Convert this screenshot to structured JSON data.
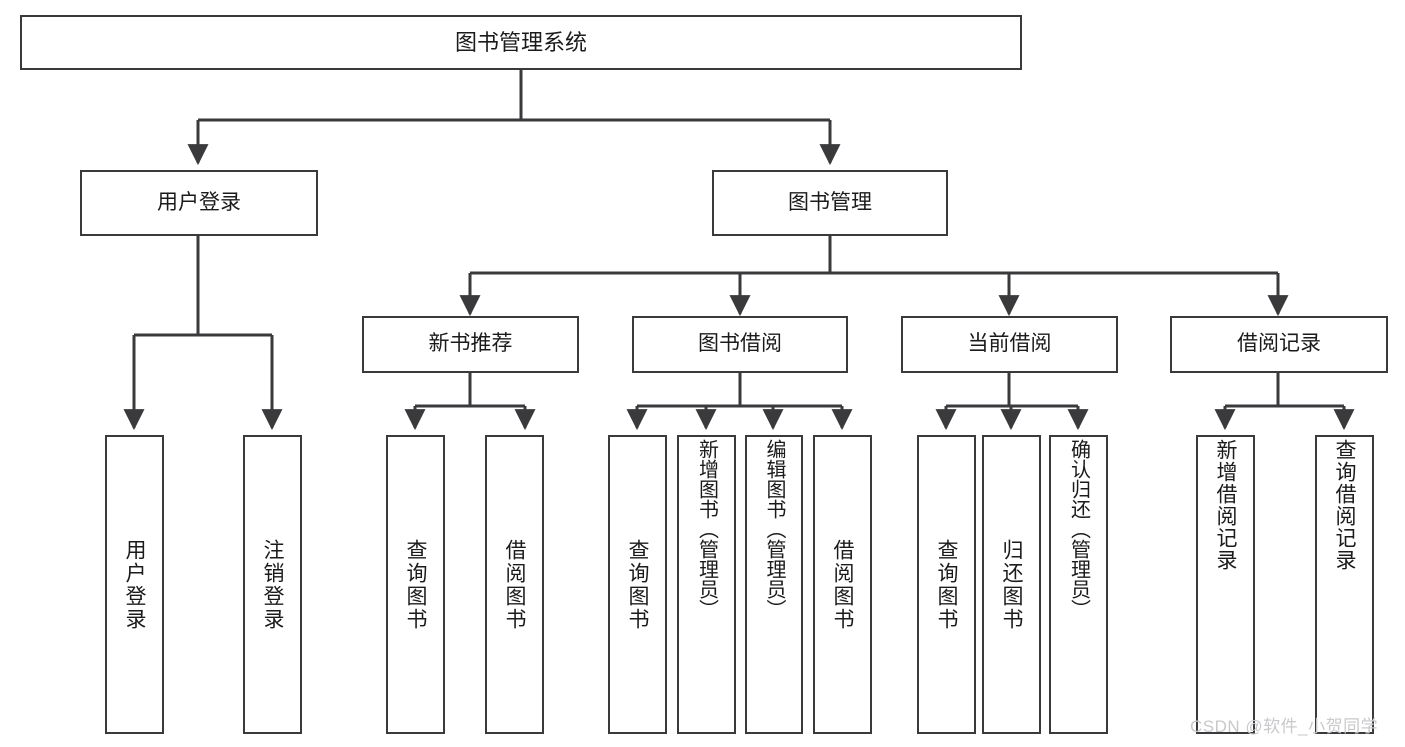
{
  "diagram": {
    "title": "图书管理系统",
    "type": "tree",
    "watermark": "CSDN @软件_小贺同学",
    "colors": {
      "line": "#3a3a3c",
      "box_fill": "#ffffff",
      "text": "#1b1b1b",
      "background": "#ffffff",
      "watermark": "#c9c9cc"
    },
    "nodes": {
      "root": {
        "label": "图书管理系统"
      },
      "level1": [
        {
          "id": "user-login",
          "label": "用户登录"
        },
        {
          "id": "book-manage",
          "label": "图书管理"
        }
      ],
      "level2": [
        {
          "id": "new-book-recommend",
          "label": "新书推荐"
        },
        {
          "id": "book-borrow",
          "label": "图书借阅"
        },
        {
          "id": "current-borrow",
          "label": "当前借阅"
        },
        {
          "id": "borrow-record",
          "label": "借阅记录"
        }
      ],
      "leaves": {
        "user_login": [
          {
            "id": "leaf-user-login",
            "label": "用户登录"
          },
          {
            "id": "leaf-logout-login",
            "label": "注销登录"
          }
        ],
        "new_book_recommend": [
          {
            "id": "leaf-query-book-1",
            "label": "查询图书"
          },
          {
            "id": "leaf-borrow-book-1",
            "label": "借阅图书"
          }
        ],
        "book_borrow": [
          {
            "id": "leaf-query-book-2",
            "label": "查询图书"
          },
          {
            "id": "leaf-add-book-admin",
            "label": "新增图书（管理员）"
          },
          {
            "id": "leaf-edit-book-admin",
            "label": "编辑图书（管理员）"
          },
          {
            "id": "leaf-borrow-book-2",
            "label": "借阅图书"
          }
        ],
        "current_borrow": [
          {
            "id": "leaf-query-book-3",
            "label": "查询图书"
          },
          {
            "id": "leaf-return-book",
            "label": "归还图书"
          },
          {
            "id": "leaf-confirm-return-admin",
            "label": "确认归还（管理员）"
          }
        ],
        "borrow_record": [
          {
            "id": "leaf-add-borrow-record",
            "label": "新增借阅记录"
          },
          {
            "id": "leaf-query-borrow-record",
            "label": "查询借阅记录"
          }
        ]
      }
    }
  }
}
